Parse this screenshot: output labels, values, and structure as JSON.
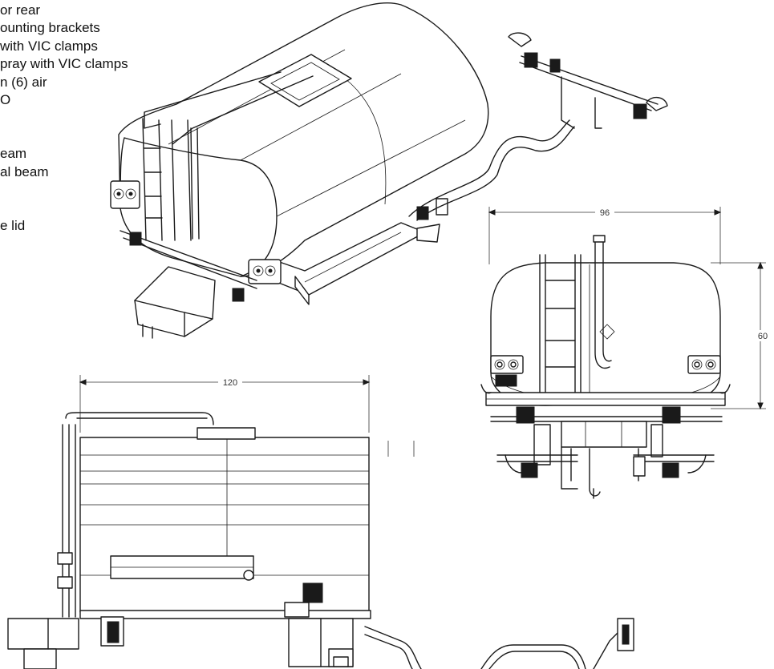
{
  "notes": [
    "or rear",
    "ounting brackets",
    " with VIC clamps",
    "pray with VIC clamps",
    "n (6) air",
    "O",
    "eam",
    "al beam",
    "e lid"
  ],
  "dimensions": {
    "width_top": "96",
    "height_right": "60",
    "length_side": "120"
  }
}
